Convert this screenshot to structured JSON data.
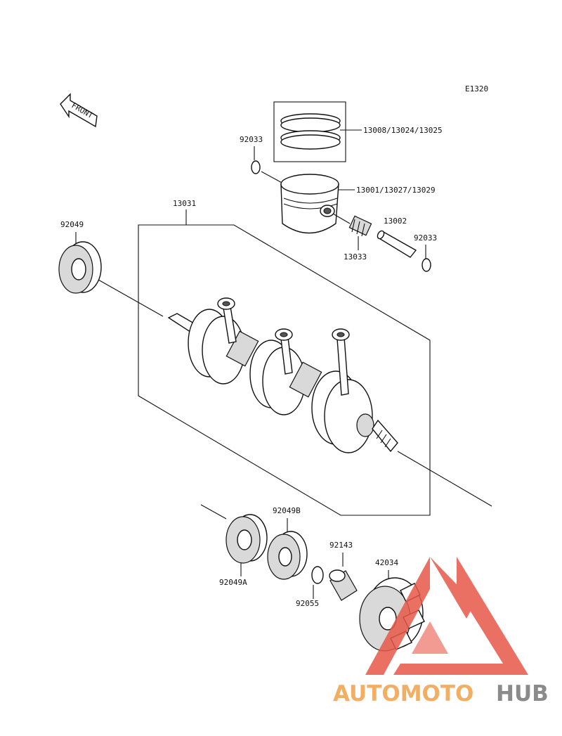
{
  "diagram_code": "E1320",
  "front_label": "FRONT",
  "part_labels": {
    "rings": "13008/13024/13025",
    "piston": "13001/13027/13029",
    "circlip_top": "92033",
    "circlip_right": "92033",
    "pin": "13002",
    "needle_bearing": "13033",
    "crankshaft_assy": "13031",
    "oil_seal_left": "92049",
    "oil_seal_a": "92049A",
    "oil_seal_b": "92049B",
    "collar": "92143",
    "o_ring": "92055",
    "coupling": "42034"
  },
  "watermark": {
    "part1": "AUTOMOTO",
    "part2": "HUB"
  },
  "colors": {
    "watermark_red": "#e8584a",
    "watermark_orange": "#f0a24a",
    "watermark_gray": "#777777"
  }
}
